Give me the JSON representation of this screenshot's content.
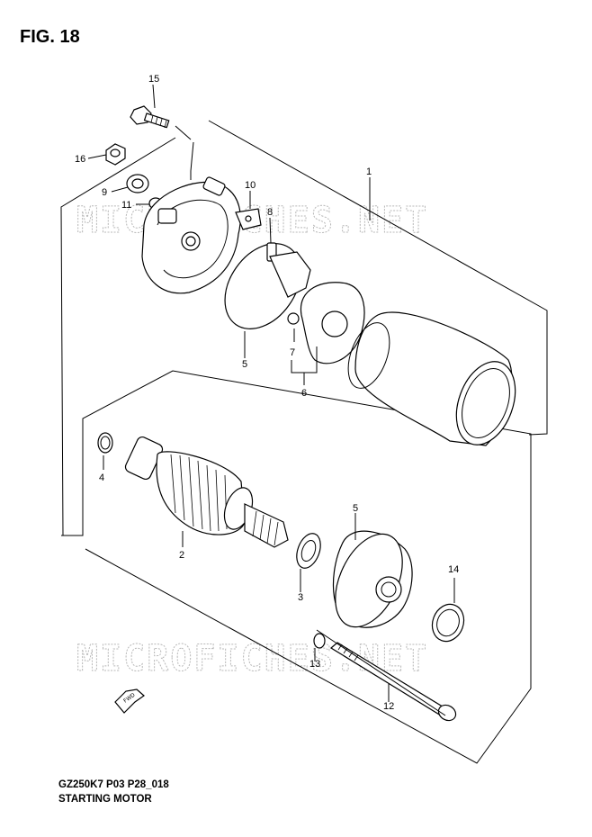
{
  "figure": {
    "title": "FIG. 18"
  },
  "footer": {
    "code": "GZ250K7 P03 P28_018",
    "name": "STARTING MOTOR"
  },
  "watermark": {
    "text": "MICROFICHES.NET"
  },
  "fwd_label": "FWD",
  "callouts": {
    "c1": "1",
    "c2": "2",
    "c3": "3",
    "c4": "4",
    "c5a": "5",
    "c5b": "5",
    "c6": "6",
    "c7": "7",
    "c8": "8",
    "c9": "9",
    "c10": "10",
    "c11": "11",
    "c12": "12",
    "c13": "13",
    "c14": "14",
    "c15": "15",
    "c16": "16"
  }
}
